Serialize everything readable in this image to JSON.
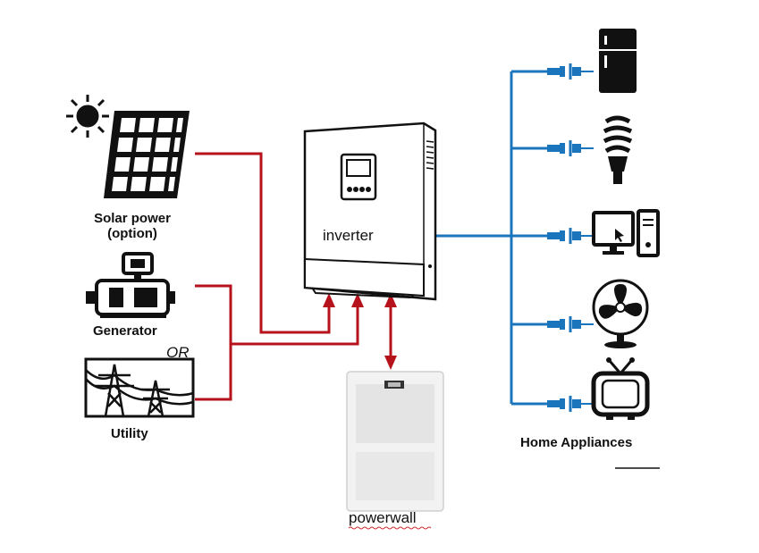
{
  "labels": {
    "solar_line1": "Solar power",
    "solar_line2": "(option)",
    "generator": "Generator",
    "or": "OR",
    "utility": "Utility",
    "inverter": "inverter",
    "powerwall": "powerwall",
    "home_appliances": "Home Appliances"
  },
  "colors": {
    "ac_input_line": "#b5121b",
    "output_line": "#1b75bc",
    "icon": "#111111",
    "battery_body": "#f0f0f0"
  },
  "icons": [
    "sun-icon",
    "solar-panel-icon",
    "generator-icon",
    "transmission-tower-icon",
    "inverter-icon",
    "battery-icon",
    "plug-icon",
    "refrigerator-icon",
    "light-bulb-icon",
    "computer-icon",
    "fan-icon",
    "television-icon"
  ]
}
